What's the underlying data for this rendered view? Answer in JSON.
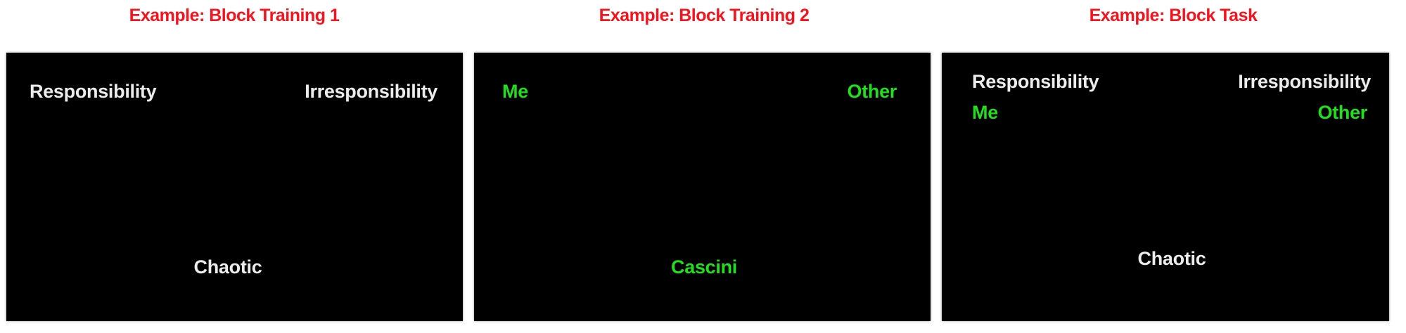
{
  "colors": {
    "title": "#f5141e",
    "attribute_label": "#ececec",
    "target_label": "#1fe01a",
    "screen_bg": "#000000"
  },
  "panels": [
    {
      "title": "Example: Block Training 1",
      "left_label": "Responsibility",
      "right_label": "Irresponsibility",
      "stimulus": "Chaotic"
    },
    {
      "title": "Example: Block Training 2",
      "left_label": "Me",
      "right_label": "Other",
      "stimulus": "Cascini"
    },
    {
      "title": "Example: Block Task",
      "left_label": "Responsibility",
      "right_label": "Irresponsibility",
      "left_sublabel": "Me",
      "right_sublabel": "Other",
      "stimulus": "Chaotic"
    }
  ]
}
